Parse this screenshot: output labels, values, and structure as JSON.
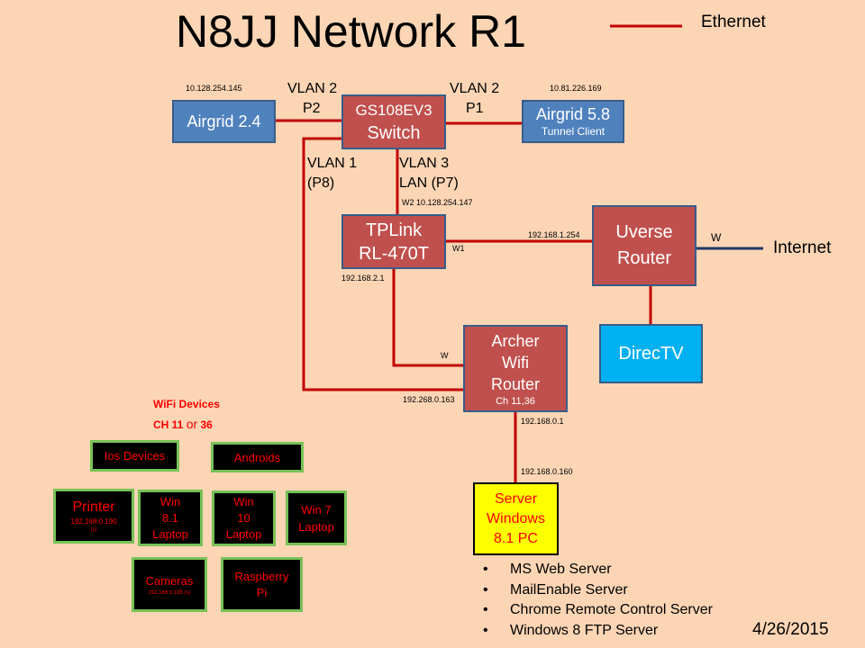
{
  "title": "N8JJ Network R1",
  "legend": {
    "label": "Ethernet",
    "color": "#c00000"
  },
  "nodes": {
    "airgrid24": {
      "label": "Airgrid 2.4",
      "ip": "10.128.254.145"
    },
    "switch": {
      "line1": "GS108EV3",
      "line2": "Switch"
    },
    "airgrid58": {
      "label": "Airgrid 5.8",
      "sub": "Tunnel Client",
      "ip": "10.81.226.169"
    },
    "tplink": {
      "line1": "TPLink",
      "line2": "RL-470T",
      "ip_w2": "W2 10.128.254.147",
      "ip_lan": "192.168.2.1",
      "w1": "W1"
    },
    "uverse": {
      "line1": "Uverse",
      "line2": "Router",
      "ip": "192.168.1.254",
      "w": "W"
    },
    "internet": "Internet",
    "directv": "DirecTV",
    "archer": {
      "line1": "Archer",
      "line2": "Wifi",
      "line3": "Router",
      "sub": "Ch 11,36",
      "w": "W",
      "ip_left": "192.268.0.163",
      "ip_bottom": "192.168.0.1"
    },
    "server": {
      "line1": "Server",
      "line2": "Windows",
      "line3": "8.1 PC",
      "ip": "192.168.0.160"
    }
  },
  "vlans": {
    "vlan2_left_a": "VLAN 2",
    "vlan2_left_b": "P2",
    "vlan2_right_a": "VLAN 2",
    "vlan2_right_b": "P1",
    "vlan1_a": "VLAN 1",
    "vlan1_b": "(P8)",
    "vlan3_a": "VLAN 3",
    "vlan3_b": "LAN (P7)"
  },
  "wifi": {
    "heading": "WiFi Devices",
    "channels_a": "CH 11",
    "channels_or": "or",
    "channels_b": "36",
    "devices": {
      "ios": "Ios Devices",
      "androids": "Androids",
      "printer": {
        "name": "Printer",
        "ip": "192.168.0.190",
        "note": "(s)"
      },
      "win81": {
        "l1": "Win",
        "l2": "8.1",
        "l3": "Laptop"
      },
      "win10": {
        "l1": "Win",
        "l2": "10",
        "l3": "Laptop"
      },
      "win7": {
        "l1": "Win 7",
        "l2": "Laptop"
      },
      "cameras": {
        "name": "Cameras",
        "ip": "192.168.0.195 (s)"
      },
      "raspberry": {
        "l1": "Raspberry",
        "l2": "Pi"
      }
    }
  },
  "services": [
    "MS Web Server",
    "MailEnable Server",
    "Chrome Remote Control Server",
    "Windows 8 FTP Server"
  ],
  "date": "4/26/2015",
  "colors": {
    "background": "#fcd5b5",
    "ethernet": "#c00000",
    "internet_link": "#1f3864"
  }
}
